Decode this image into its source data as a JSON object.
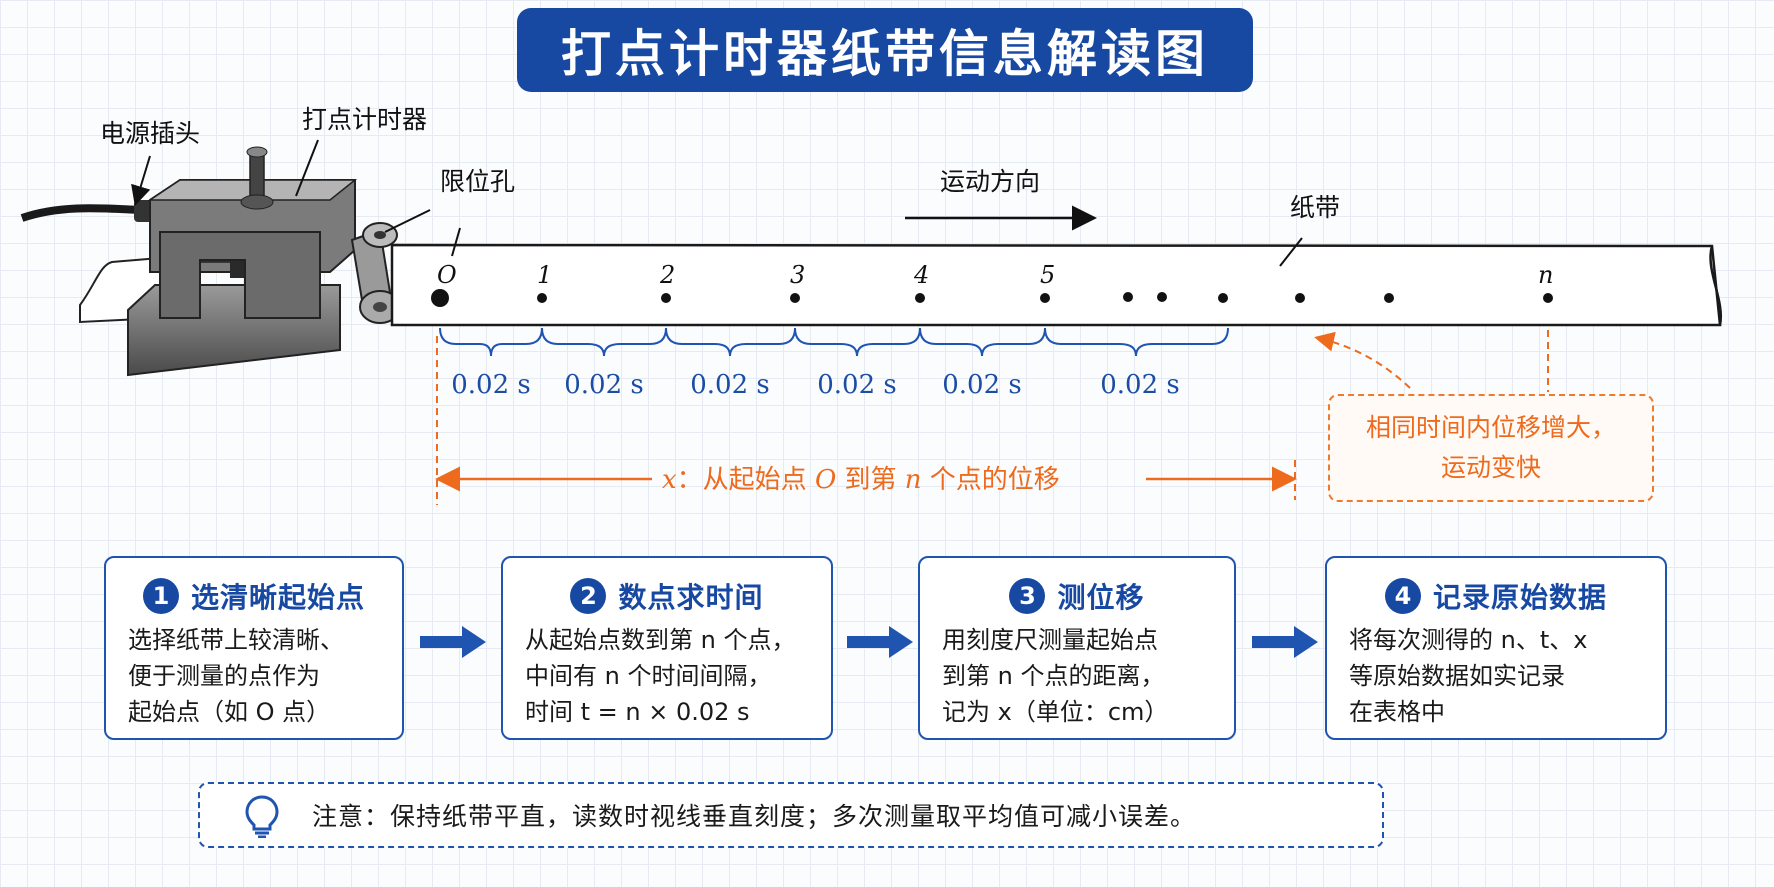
{
  "title": "打点计时器纸带信息解读图",
  "labels": {
    "power_plug": "电源插头",
    "timer": "打点计时器",
    "limit_hole": "限位孔",
    "direction": "运动方向",
    "tape": "纸带"
  },
  "points": [
    "O",
    "1",
    "2",
    "3",
    "4",
    "5",
    "n"
  ],
  "intervals": [
    "0.02 s",
    "0.02 s",
    "0.02 s",
    "0.02 s",
    "0.02 s",
    "0.02 s"
  ],
  "displacement": {
    "var": "x",
    "text_1": "：从起始点 ",
    "origin": "O",
    "text_2": " 到第 ",
    "n": "n",
    "text_3": " 个点的位移"
  },
  "observation": {
    "line1": "相同时间内位移增大，",
    "line2": "运动变快"
  },
  "steps": [
    {
      "num": "1",
      "title": "选清晰起始点",
      "lines": [
        "选择纸带上较清晰、",
        "便于测量的点作为",
        "起始点（如 O 点）"
      ]
    },
    {
      "num": "2",
      "title": "数点求时间",
      "lines": [
        "从起始点数到第 n 个点，",
        "中间有 n 个时间间隔，",
        "时间  t = n × 0.02 s"
      ]
    },
    {
      "num": "3",
      "title": "测位移",
      "lines": [
        "用刻度尺测量起始点",
        "到第 n 个点的距离，",
        "记为 x（单位：cm）"
      ]
    },
    {
      "num": "4",
      "title": "记录原始数据",
      "lines": [
        "将每次测得的 n、t、x",
        "等原始数据如实记录",
        "在表格中"
      ]
    }
  ],
  "note": "注意：保持纸带平直，读数时视线垂直刻度；多次测量取平均值可减小误差。",
  "icons": {
    "note": "lightbulb-icon",
    "flow": "right-arrow-icon"
  },
  "colors": {
    "primary": "#1749a3",
    "accent": "#ee6a1c"
  }
}
